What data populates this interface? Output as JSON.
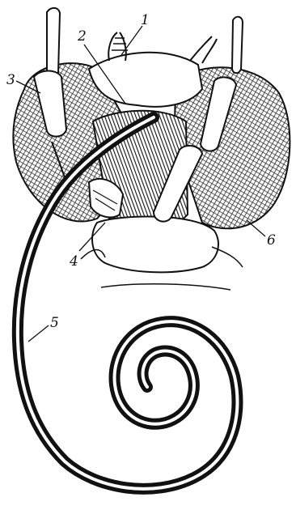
{
  "figure": {
    "labels": [
      {
        "id": "1",
        "text": "1"
      },
      {
        "id": "2",
        "text": "2"
      },
      {
        "id": "3",
        "text": "3"
      },
      {
        "id": "4",
        "text": "4"
      },
      {
        "id": "5",
        "text": "5"
      },
      {
        "id": "6",
        "text": "6"
      }
    ],
    "colors": {
      "ink": "#111111",
      "paper": "#ffffff",
      "eye_hatch": "#2a2a2a"
    }
  }
}
